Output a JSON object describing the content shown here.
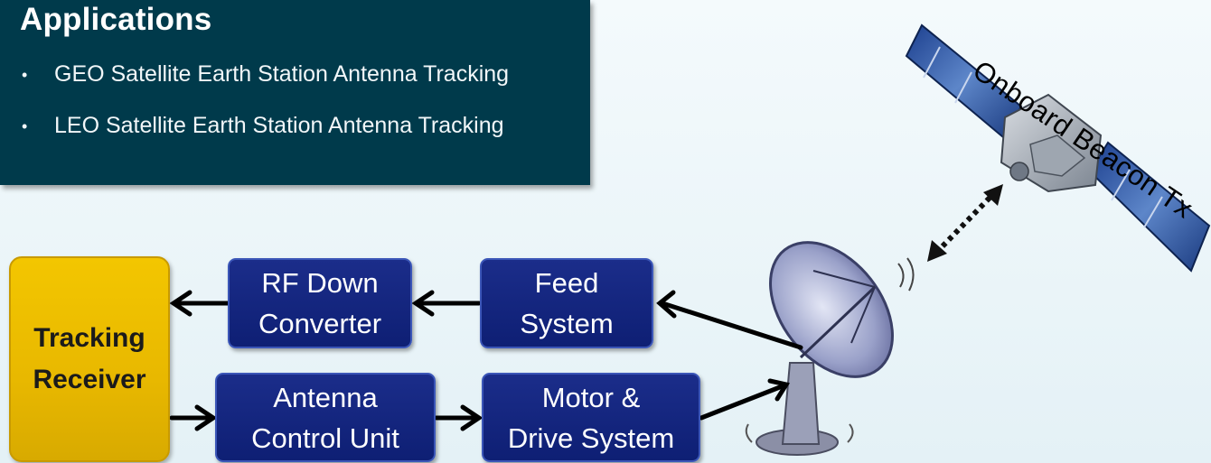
{
  "applications": {
    "title": "Applications",
    "items": [
      "GEO Satellite Earth Station Antenna Tracking",
      "LEO Satellite Earth Station Antenna Tracking"
    ]
  },
  "blocks": {
    "tracking_receiver": [
      "Tracking",
      "Receiver"
    ],
    "rf_down_converter": [
      "RF Down",
      "Converter"
    ],
    "feed_system": [
      "Feed",
      "System"
    ],
    "antenna_control_unit": [
      "Antenna",
      "Control Unit"
    ],
    "motor_drive_system": [
      "Motor &",
      "Drive System"
    ]
  },
  "satellite": {
    "label": "Onboard Beacon Tx"
  },
  "colors": {
    "panel_bg": "#003a4b",
    "block_blue": "#14268a",
    "receiver_yellow": "#efc000",
    "arrow": "#000000"
  }
}
